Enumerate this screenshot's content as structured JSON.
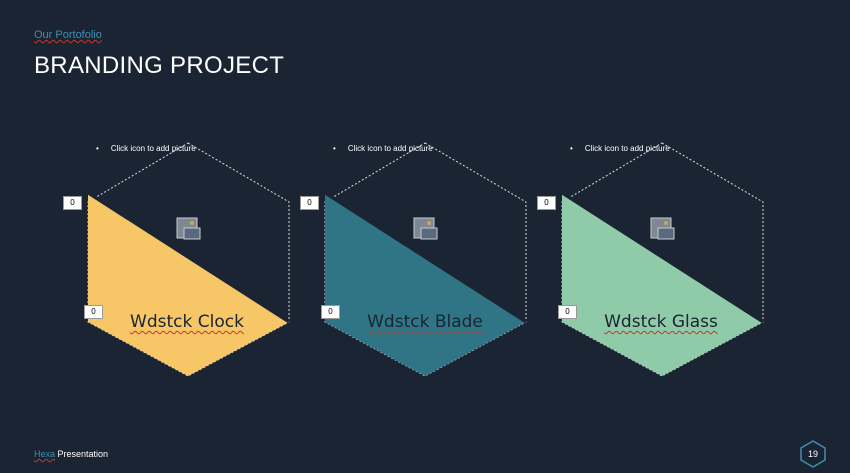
{
  "slide": {
    "subtitle": "Our Portofolio",
    "title": "BRANDING PROJECT",
    "footer_brand": "Hexa",
    "footer_text": "Presentation",
    "page_number": "19"
  },
  "cards": [
    {
      "placeholder_text": "Click icon to add picture",
      "label": "Wdstck Clock",
      "badge_top": "0",
      "badge_bottom": "0",
      "color": "#f6c667"
    },
    {
      "placeholder_text": "Click icon to add picture",
      "label": "Wdstck Blade",
      "badge_top": "0",
      "badge_bottom": "0",
      "color": "#2f7585"
    },
    {
      "placeholder_text": "Click icon to add picture",
      "label": "Wdstck Glass",
      "badge_top": "0",
      "badge_bottom": "0",
      "color": "#8fcba8"
    }
  ],
  "colors": {
    "background": "#1b2432",
    "accent": "#3f8fb3"
  }
}
